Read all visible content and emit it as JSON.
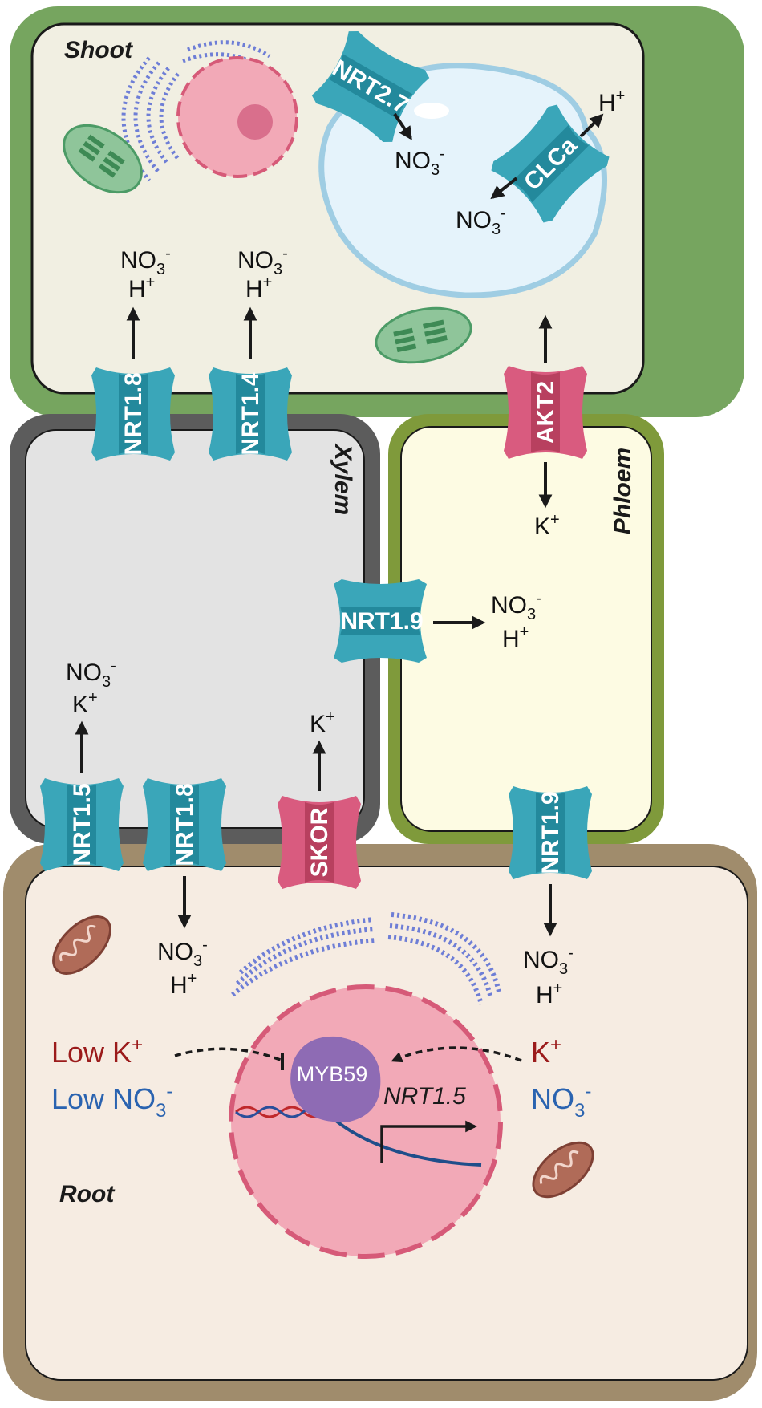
{
  "regions": {
    "shoot": "Shoot",
    "xylem": "Xylem",
    "phloem": "Phloem",
    "root": "Root"
  },
  "proteins": {
    "nrt2_7": "NRT2.7",
    "clca": "CLCa",
    "nrt1_8_shoot": "NRT1.8",
    "nrt1_4": "NRT1.4",
    "akt2": "AKT2",
    "nrt1_9_mid": "NRT1.9",
    "nrt1_5": "NRT1.5",
    "nrt1_8_root": "NRT1.8",
    "skor": "SKOR",
    "nrt1_9_root": "NRT1.9",
    "myb59": "MYB59"
  },
  "ions": {
    "no3_base": "NO",
    "no3_sub": "3",
    "no3_sup": "-",
    "h_base": "H",
    "h_sup": "+",
    "k_base": "K",
    "k_sup": "+"
  },
  "signals": {
    "low_k_prefix": "Low K",
    "low_k_sup": "+",
    "low_no3_prefix": "Low NO",
    "low_no3_sub": "3",
    "low_no3_sup": "-"
  },
  "gene": {
    "name": "NRT1.5"
  },
  "colors": {
    "shoot_wall": "#76a55f",
    "shoot_fill": "#f1efe2",
    "xylem_wall": "#5c5c5c",
    "xylem_fill": "#e3e3e3",
    "phloem_wall": "#7f9a3b",
    "phloem_fill": "#fdfbe3",
    "root_wall": "#a08c6c",
    "root_fill": "#f6ece2",
    "transporter_teal": "#3aa6b9",
    "transporter_pink": "#d95b7f",
    "low_k_red": "#9b1b1b",
    "low_no3_blue": "#2a63b0",
    "myb59_purple": "#8e6bb4"
  }
}
